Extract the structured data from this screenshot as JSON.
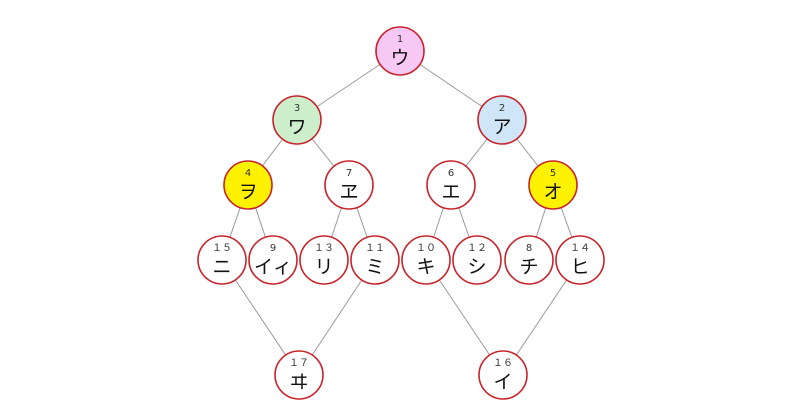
{
  "colors": {
    "ring": "#c8232a",
    "edge": "#9a9a9a",
    "white": "#ffffff",
    "pink": "#f8c8f4",
    "green": "#cdeecb",
    "blue": "#cfe6f8",
    "yellow": "#fff200"
  },
  "nodes": [
    {
      "id": "n1",
      "number": "1",
      "kana": "ウ",
      "fill": "pink"
    },
    {
      "id": "n3",
      "number": "3",
      "kana": "ワ",
      "fill": "green"
    },
    {
      "id": "n2",
      "number": "2",
      "kana": "ア",
      "fill": "blue"
    },
    {
      "id": "n4",
      "number": "4",
      "kana": "ヲ",
      "fill": "yellow"
    },
    {
      "id": "n7",
      "number": "7",
      "kana": "ヱ",
      "fill": "white"
    },
    {
      "id": "n6",
      "number": "6",
      "kana": "エ",
      "fill": "white"
    },
    {
      "id": "n5",
      "number": "5",
      "kana": "オ",
      "fill": "yellow"
    },
    {
      "id": "n15",
      "number": "１５",
      "kana": "ニ",
      "fill": "white"
    },
    {
      "id": "n9",
      "number": "9",
      "kana": "イィ",
      "fill": "white"
    },
    {
      "id": "n13",
      "number": "１３",
      "kana": "リ",
      "fill": "white"
    },
    {
      "id": "n11",
      "number": "１１",
      "kana": "ミ",
      "fill": "white"
    },
    {
      "id": "n10",
      "number": "１０",
      "kana": "キ",
      "fill": "white"
    },
    {
      "id": "n12",
      "number": "１２",
      "kana": "シ",
      "fill": "white"
    },
    {
      "id": "n8",
      "number": "8",
      "kana": "チ",
      "fill": "white"
    },
    {
      "id": "n14",
      "number": "１４",
      "kana": "ヒ",
      "fill": "white"
    },
    {
      "id": "n17",
      "number": "１７",
      "kana": "ヰ",
      "fill": "white"
    },
    {
      "id": "n16",
      "number": "１６",
      "kana": "イ",
      "fill": "white"
    }
  ],
  "edges": [
    [
      "n1",
      "n3"
    ],
    [
      "n1",
      "n2"
    ],
    [
      "n3",
      "n4"
    ],
    [
      "n3",
      "n7"
    ],
    [
      "n2",
      "n6"
    ],
    [
      "n2",
      "n5"
    ],
    [
      "n4",
      "n15"
    ],
    [
      "n4",
      "n9"
    ],
    [
      "n7",
      "n13"
    ],
    [
      "n7",
      "n11"
    ],
    [
      "n6",
      "n10"
    ],
    [
      "n6",
      "n12"
    ],
    [
      "n5",
      "n8"
    ],
    [
      "n5",
      "n14"
    ],
    [
      "n15",
      "n17"
    ],
    [
      "n11",
      "n17"
    ],
    [
      "n10",
      "n16"
    ],
    [
      "n14",
      "n16"
    ]
  ]
}
